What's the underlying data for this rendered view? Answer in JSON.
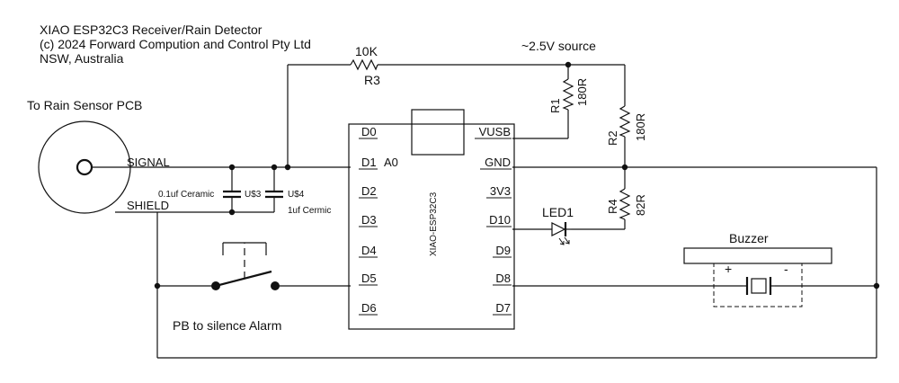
{
  "header": {
    "line1": "XIAO ESP32C3 Receiver/Rain Detector",
    "line2": "(c) 2024 Forward Compution and Control Pty Ltd",
    "line3": "NSW, Australia"
  },
  "sensor": {
    "title": "To Rain Sensor PCB",
    "signal": "SIGNAL",
    "shield": "SHIELD"
  },
  "source_label": "~2.5V source",
  "mcu": {
    "name": "XIAO-ESP32C3",
    "left_pins": [
      "D0",
      "D1",
      "D2",
      "D3",
      "D4",
      "D5",
      "D6"
    ],
    "right_pins": [
      "VUSB",
      "GND",
      "3V3",
      "D10",
      "D9",
      "D8",
      "D7"
    ],
    "a0": "A0"
  },
  "resistors": {
    "r3": {
      "ref": "R3",
      "value": "10K"
    },
    "r1": {
      "ref": "R1",
      "value": "180R"
    },
    "r2": {
      "ref": "R2",
      "value": "180R"
    },
    "r4": {
      "ref": "R4",
      "value": "82R"
    }
  },
  "capacitors": {
    "u3": {
      "ref": "U$3",
      "value": "0.1uf Ceramic"
    },
    "u4": {
      "ref": "U$4",
      "value": "1uf Cermic"
    }
  },
  "led": {
    "ref": "LED1"
  },
  "buzzer": {
    "title": "Buzzer",
    "plus": "+",
    "minus": "-"
  },
  "button": {
    "label": "PB to silence Alarm"
  }
}
